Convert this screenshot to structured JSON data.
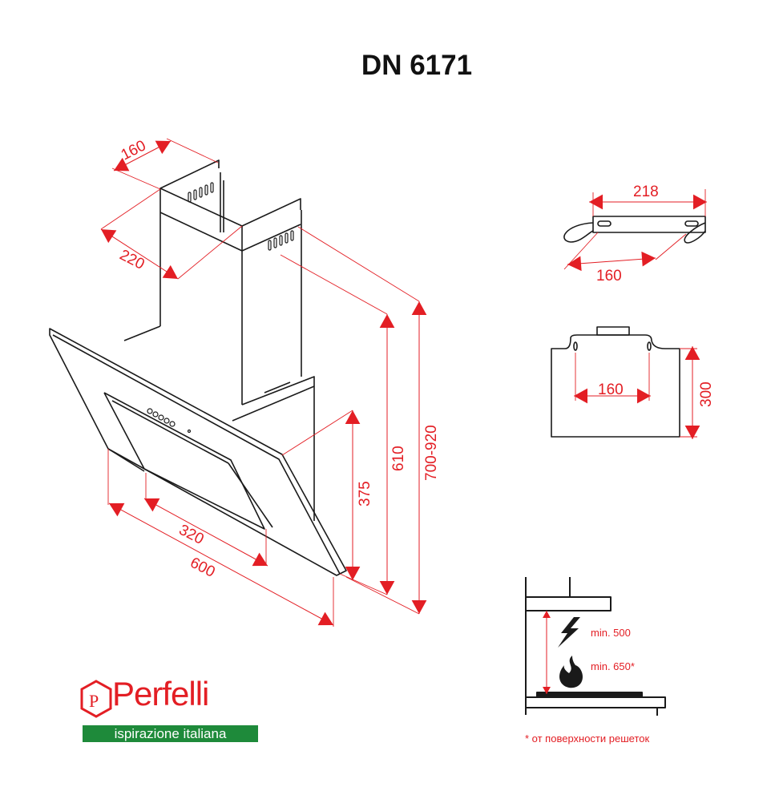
{
  "title": "DN 6171",
  "dimensions": {
    "chimney_depth": "160",
    "chimney_width": "220",
    "height_min": "610",
    "height_range": "700-920",
    "body_height": "375",
    "width": "600",
    "inner_width": "320",
    "top_view_width": "218",
    "top_view_hole_spacing": "160",
    "bracket_hole_spacing": "160",
    "bracket_height": "300"
  },
  "installation": {
    "electric_label": "min. 500",
    "gas_label": "min. 650*",
    "footnote": "* от поверхности решеток"
  },
  "brand": {
    "name": "Perfelli",
    "slogan": "ispirazione italiana",
    "red": "#e31e24",
    "green": "#1e8a3a"
  }
}
